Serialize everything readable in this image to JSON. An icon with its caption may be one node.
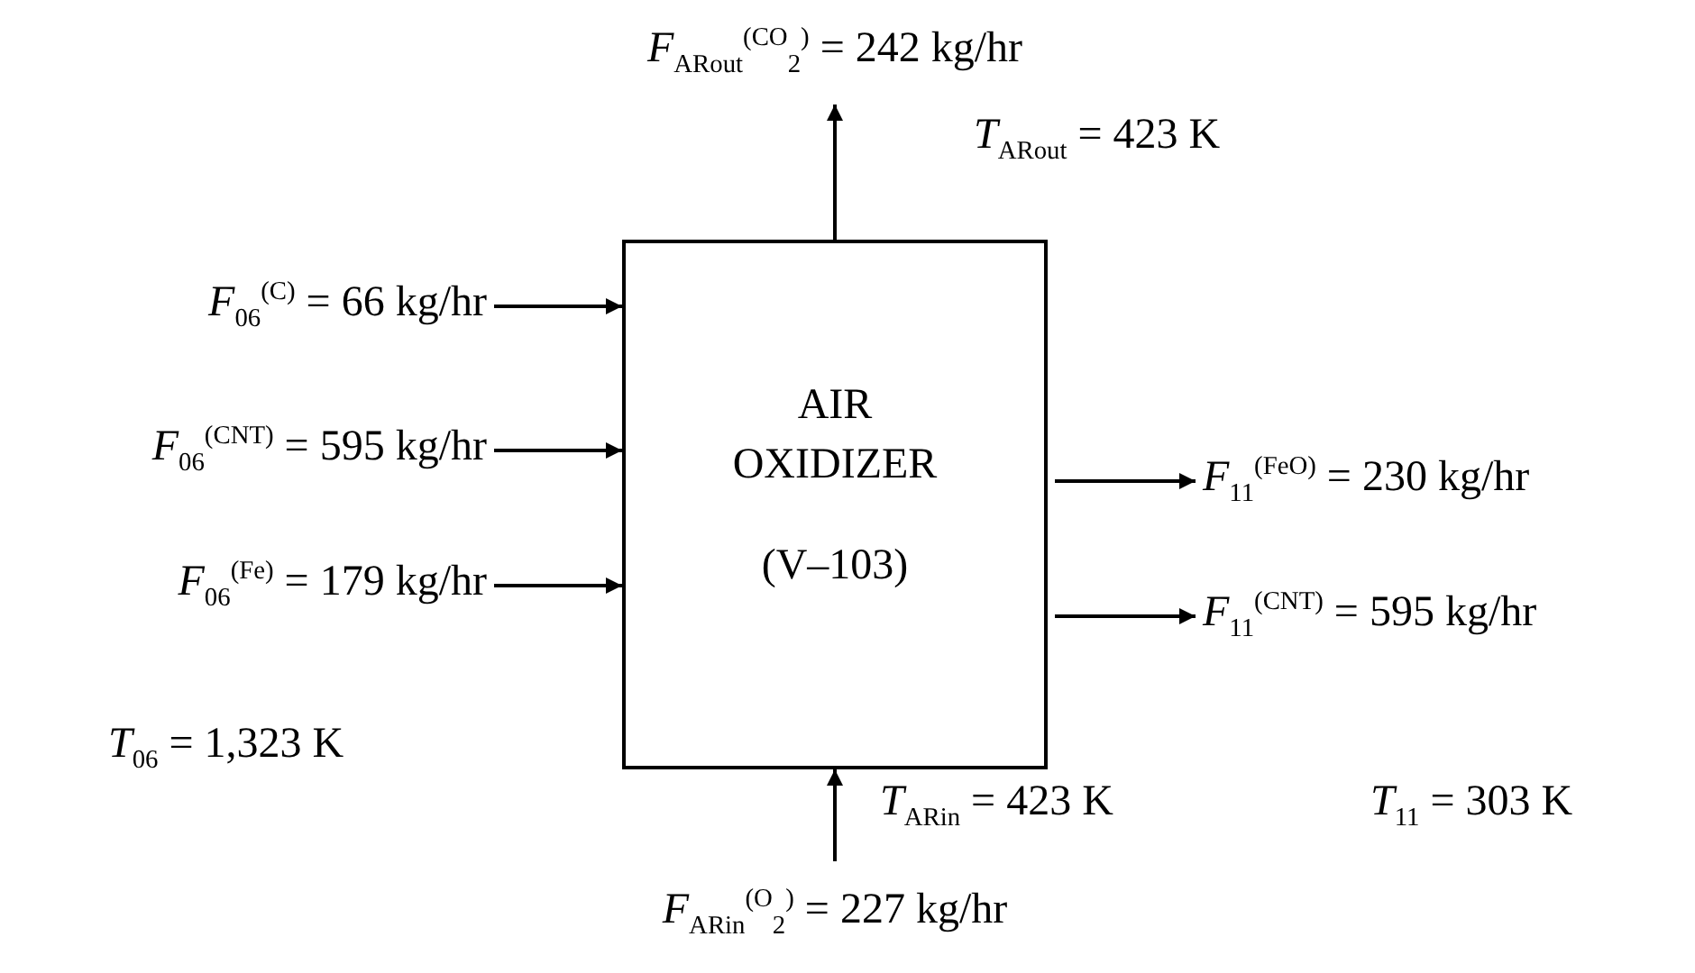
{
  "diagram": {
    "nodes": [
      {
        "text": [
          "AIR OXIDIZER",
          "(V–103)"
        ]
      },
      {
        "text": [
          "*F*$_{06}$$^{(C)}$ = 66 kg/hr"
        ]
      },
      {
        "text": [
          "*F*$_{06}$$^{(CNT)}$ = 595 kg/hr"
        ]
      },
      {
        "text": [
          "*F*$_{06}$$^{(Fe)}$ = 179 kg/hr"
        ]
      },
      {
        "text": [
          "*F*$_{11}$$^{(FeO)}$ = 230 kg/hr"
        ]
      },
      {
        "text": [
          "*F*$_{11}$$^{(CNT)}$ = 595 kg/hr"
        ]
      },
      {
        "text": [
          "*F*$_{ARout}$$^{(CO}$$_{2}$$^{)}$ = 242 kg/hr"
        ]
      },
      {
        "text": [
          "*F*$_{ARin}$$^{(O}$$_{2}$$^{)}$ = 227 kg/hr"
        ]
      }
    ],
    "edges": [
      {
        "from": 1,
        "to": 0,
        "arrow": "to"
      },
      {
        "from": 2,
        "to": 0,
        "arrow": "to"
      },
      {
        "from": 3,
        "to": 0,
        "arrow": "to"
      },
      {
        "from": 0,
        "to": 4,
        "arrow": "to"
      },
      {
        "from": 0,
        "to": 5,
        "arrow": "to"
      },
      {
        "from": 0,
        "to": 6,
        "arrow": "to"
      },
      {
        "from": 7,
        "to": 0,
        "arrow": "to"
      }
    ],
    "labels": [
      "*T*$_{ARout}$ = 423 K",
      "*T*$_{06}$ = 1,323 K",
      "*T*$_{ARin}$ = 423 K",
      "*T*$_{11}$ = 303 K"
    ]
  }
}
